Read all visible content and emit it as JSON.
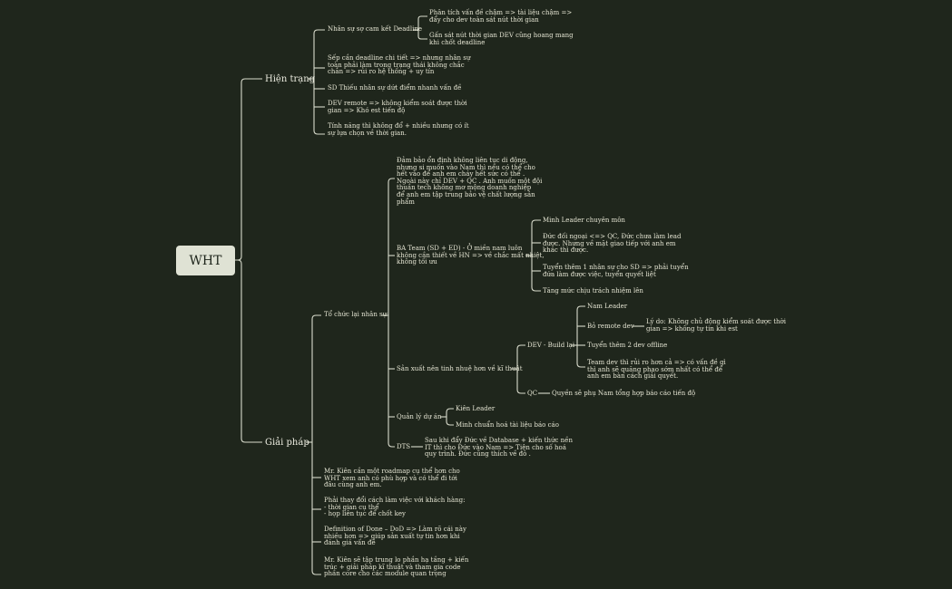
{
  "map": {
    "root": "WHT",
    "current": {
      "label": "Hiện trạng",
      "items": [
        "Nhân sự sợ cam kết Deadline",
        "Sếp cần deadline chi tiết => nhưng nhân sự\ntoàn phải làm trong trạng thái không chắc\nchắn => rủi ro hệ thống + uy tín",
        "SD Thiếu nhân sự dứt điểm nhanh vấn đề",
        "DEV remote => không kiểm soát được thời\ngian => Khó est tiến độ",
        "Tính năng thì không đổ + nhiều nhưng có ít\nsự lựa chọn về thời gian."
      ],
      "deadline_children": [
        "Phân tích vấn đề chậm => tài liệu chậm =>\nđẩy cho dev toàn sát nút thời gian",
        "Gấn sát nút thời gian DEV cũng hoang mang\nkhi chốt deadline"
      ]
    },
    "solution": {
      "label": "Giải pháp",
      "reorg": {
        "label": "Tổ chức lại nhân sự",
        "stable": "Đảm bảo ổn định không liên tục di động,\nnhưng si muốn vào Nam thì nếu có thể cho\nhết vào để anh em cháy hết sức có thể .\nNgoài này chỉ DEV + QC . Anh muốn một đội\nthuần tech không mơ mộng doanh nghiệp\nđể anh em tập trung bảo vệ chất lượng sản\nphẩm",
        "ba": {
          "label": "BA Team (SD + ED) - Ở miền nam luôn\nkhông cần thiết về HN => về chắc mất nhiệt,\nkhông tối ưu",
          "items": [
            "Minh Leader chuyên môn",
            "Đức đối ngoại <=> QC, Đức chưa làm lead\nđược.  Nhưng về mặt giao tiếp với anh em\nkhác thì được.",
            "Tuyển thêm 1 nhân sự cho SD => phải tuyển\nđứa làm được việc, tuyển quyết liệt",
            "Tăng mức chịu trách nhiệm lên"
          ]
        },
        "prod": {
          "label": "Sản xuất nên tinh nhuệ hơn về kĩ thuật",
          "dev": {
            "label": "DEV - Build lại",
            "nam": "Nam Leader",
            "remote": "Bỏ remote dev",
            "reason": "Lý do: Không chủ động kiểm soát được thời\ngian => không tự tin khi est",
            "hire": "Tuyển thêm 2 dev offline",
            "risk": "Team dev thì rủi ro hơn cả => có vấn đề gì\nthì anh sẽ quăng phao sớm nhất có thể để\nanh em bàn cách giải quyết."
          },
          "qc": {
            "label": "QC",
            "item": "Quyền sẽ phụ Nam tổng hợp báo cáo tiến độ"
          }
        },
        "pm": {
          "label": "Quản lý dự án",
          "items": [
            "Kiên Leader",
            "Minh chuẩn hoá tài liệu báo cáo"
          ]
        },
        "dts": {
          "label": "DTS",
          "item": "Sau khi đẩy Đức về Database + kiến thức nền\nIT thì cho Đức vào Nam  => Tiện cho số hoá\nquy trình. Đức cũng thích về đó ."
        }
      },
      "others": [
        "Mr. Kiên cần một roadmap cụ thể hơn cho\nWHT xem anh có phù hợp và có thể đi tới\nđâu cùng anh em.",
        "Phải thay đổi cách làm việc với khách hàng:\n- thời gian cụ thể\n- họp liên tục để chốt key",
        "Definition of Done – DoD  => Làm rõ cái này\nnhiều hơn => giúp sản xuất tự tin hơn khi\nđánh giá vấn đề",
        "Mr. Kiên sẽ tập trung lo phần hạ tầng + kiến\ntrúc + giải pháp kĩ thuật và tham gia code\nphần core cho các module quan trọng"
      ]
    },
    "colors": {
      "background": "#1f261c",
      "line": "#dfe2d4",
      "root_fill": "#dfe2d4"
    }
  }
}
